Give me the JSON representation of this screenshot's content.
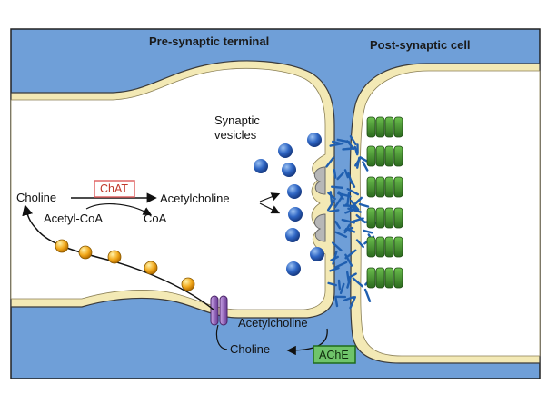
{
  "titles": {
    "pre": "Pre-synaptic terminal",
    "post": "Post-synaptic cell"
  },
  "labels": {
    "synaptic_line1": "Synaptic",
    "synaptic_line2": "vesicles",
    "choline_top": "Choline",
    "chat": "ChAT",
    "acetylcholine_top": "Acetylcholine",
    "acetyl_coa": "Acetyl-CoA",
    "coa": "CoA",
    "acetylcholine_bottom": "Acetylcholine",
    "choline_bottom": "Choline",
    "ache": "AChE"
  },
  "colors": {
    "extracellular": "#6f9fd8",
    "membrane": "#f3e9b5",
    "cytoplasm": "#ffffff",
    "vesicle": "#2f66c4",
    "receptor": "#3f8a2e",
    "transporter": "#8e5bb8",
    "choline_bead": "#f2a91c",
    "chat_box_border": "#e06666",
    "ache_box_fill": "#6fc46a",
    "molecule": "#1f5fb0"
  }
}
